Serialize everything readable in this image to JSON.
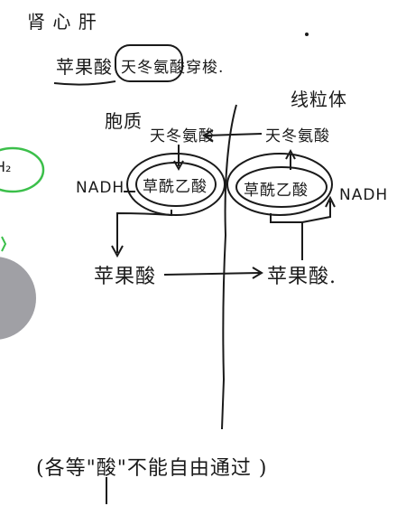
{
  "colors": {
    "ink": "#1a1a1a",
    "green_highlight": "#3bbf4a",
    "overlay_circle": "#8f8f95"
  },
  "header": {
    "line1": "肾 心 肝",
    "line2_left": "苹果酸",
    "line2_boxed": "天冬氨酸穿梭."
  },
  "regions": {
    "cytoplasm": "胞质",
    "mitochondria": "线粒体"
  },
  "left_side": {
    "aspartate": "天冬氨酸",
    "oxaloacetate": "草酰乙酸",
    "nadh": "NADH",
    "malate": "苹果酸"
  },
  "right_side": {
    "aspartate": "天冬氨酸",
    "oxaloacetate": "草酰乙酸",
    "nadh": "NADH",
    "malate": "苹果酸."
  },
  "footnote": "(各等\"酸\"不能自由通过 )",
  "edge_fragment": "H₂"
}
